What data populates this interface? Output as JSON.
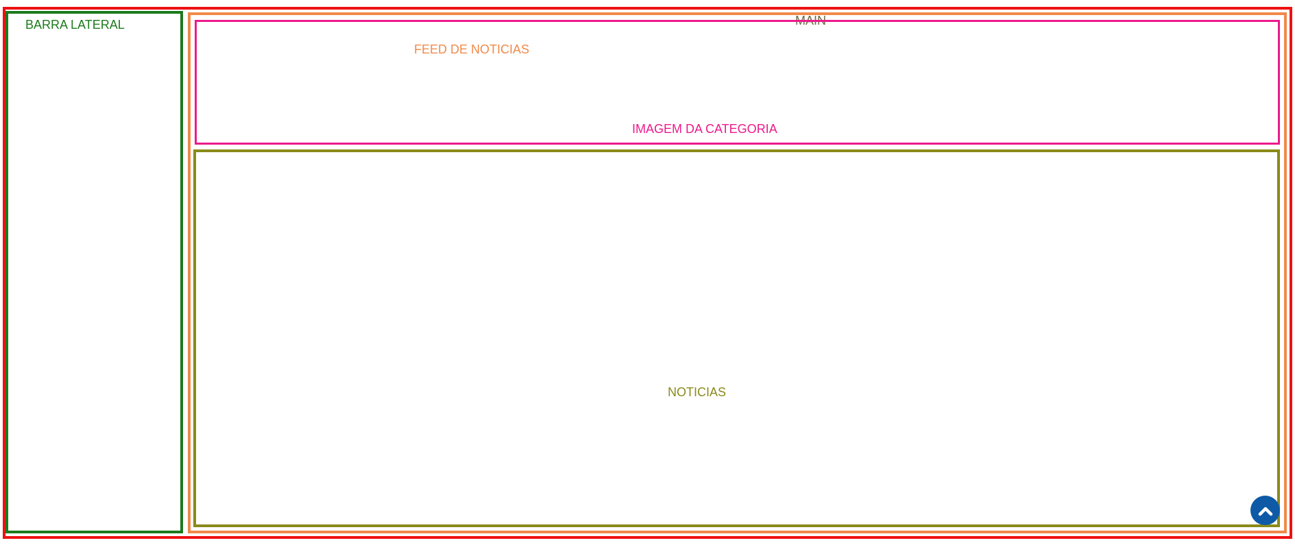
{
  "sections": {
    "main": {
      "label": "MAIN"
    },
    "sidebar": {
      "label": "BARRA LATERAL"
    },
    "feed": {
      "label": "FEED DE NOTICIAS"
    },
    "category_image": {
      "label": "IMAGEM DA CATEGORIA"
    },
    "news": {
      "label": "NOTICIAS"
    }
  },
  "scroll_top_button": {
    "icon": "chevron-up-icon"
  },
  "colors": {
    "outer_border": "#ee1111",
    "sidebar": "#1c7a1c",
    "main_border": "#f08a4b",
    "feed_border": "#ec1a8c",
    "news": "#8a8a1a",
    "scroll_button": "#0e5aa6"
  }
}
